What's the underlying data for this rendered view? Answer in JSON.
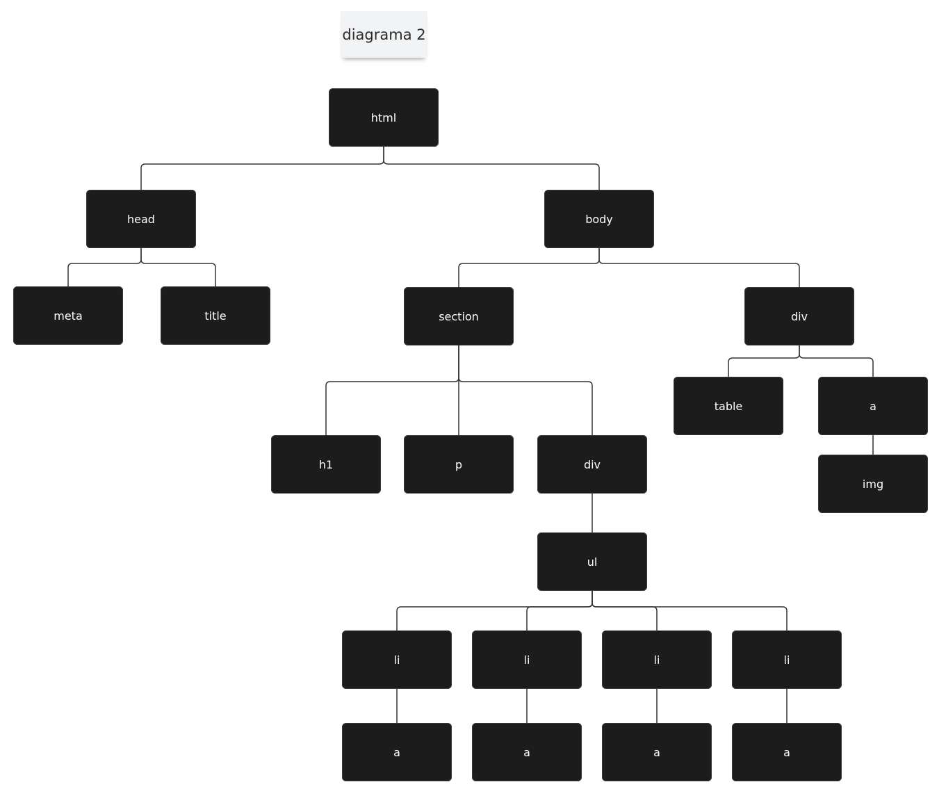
{
  "title": "diagrama 2",
  "colors": {
    "node_fill": "#1c1c1c",
    "node_text": "#ffffff",
    "connector": "#333333",
    "sticky_fill": "#f2f3f5"
  },
  "nodes": [
    {
      "id": "html",
      "label": "html",
      "parent": null
    },
    {
      "id": "head",
      "label": "head",
      "parent": "html"
    },
    {
      "id": "body",
      "label": "body",
      "parent": "html"
    },
    {
      "id": "meta",
      "label": "meta",
      "parent": "head"
    },
    {
      "id": "title",
      "label": "title",
      "parent": "head"
    },
    {
      "id": "section",
      "label": "section",
      "parent": "body"
    },
    {
      "id": "div1",
      "label": "div",
      "parent": "body"
    },
    {
      "id": "table",
      "label": "table",
      "parent": "div1"
    },
    {
      "id": "a_img",
      "label": "a",
      "parent": "div1"
    },
    {
      "id": "img",
      "label": "img",
      "parent": "a_img"
    },
    {
      "id": "h1",
      "label": "h1",
      "parent": "section"
    },
    {
      "id": "p",
      "label": "p",
      "parent": "section"
    },
    {
      "id": "div2",
      "label": "div",
      "parent": "section"
    },
    {
      "id": "ul",
      "label": "ul",
      "parent": "div2"
    },
    {
      "id": "li1",
      "label": "li",
      "parent": "ul"
    },
    {
      "id": "li2",
      "label": "li",
      "parent": "ul"
    },
    {
      "id": "li3",
      "label": "li",
      "parent": "ul"
    },
    {
      "id": "li4",
      "label": "li",
      "parent": "ul"
    },
    {
      "id": "a1",
      "label": "a",
      "parent": "li1"
    },
    {
      "id": "a2",
      "label": "a",
      "parent": "li2"
    },
    {
      "id": "a3",
      "label": "a",
      "parent": "li3"
    },
    {
      "id": "a4",
      "label": "a",
      "parent": "li4"
    }
  ]
}
